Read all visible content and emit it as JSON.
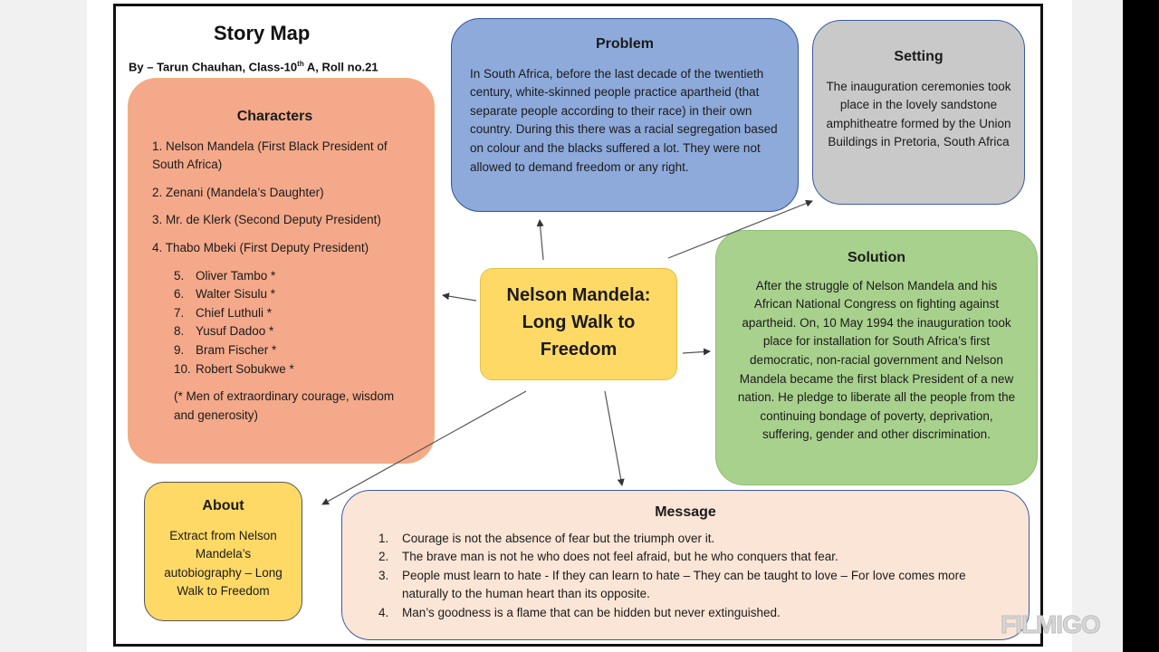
{
  "title": "Story Map",
  "author": {
    "prefix": "By – Tarun Chauhan, Class-10",
    "sup": "th",
    "suffix": " A, Roll no.21"
  },
  "center": {
    "line1": "Nelson Mandela:",
    "line2": "Long Walk to",
    "line3": "Freedom"
  },
  "characters": {
    "heading": "Characters",
    "main": [
      "1. Nelson Mandela (First Black President of South Africa)",
      "2. Zenani (Mandela’s Daughter)",
      "3. Mr. de Klerk (Second Deputy President)",
      "4. Thabo Mbeki (First Deputy President)"
    ],
    "sub": [
      {
        "n": "5.",
        "t": "Oliver Tambo *"
      },
      {
        "n": "6.",
        "t": "Walter Sisulu *"
      },
      {
        "n": "7.",
        "t": "Chief Luthuli *"
      },
      {
        "n": "8.",
        "t": "Yusuf Dadoo *"
      },
      {
        "n": "9.",
        "t": "Bram Fischer *"
      },
      {
        "n": "10.",
        "t": "Robert Sobukwe *"
      }
    ],
    "note": "(* Men of extraordinary courage, wisdom and generosity)"
  },
  "problem": {
    "heading": "Problem",
    "text": "In South Africa, before the last decade of the twentieth century, white-skinned people practice apartheid (that separate people according to their race) in their own country. During this there was a racial segregation based on colour and the blacks suffered a lot. They were not allowed to demand freedom or any right."
  },
  "setting": {
    "heading": "Setting",
    "text": "The inauguration ceremonies took place in the lovely sandstone amphitheatre formed by the Union Buildings in Pretoria, South Africa"
  },
  "solution": {
    "heading": "Solution",
    "text": "After the struggle of Nelson Mandela and his African National Congress on fighting against apartheid. On, 10 May 1994 the inauguration took place for installation for South Africa’s first democratic, non-racial government and Nelson Mandela became the first black President of a new nation. He pledge to liberate all the people from the continuing bondage of poverty, deprivation, suffering, gender and other discrimination."
  },
  "about": {
    "heading": "About",
    "text": "Extract from Nelson Mandela’s autobiography – Long Walk to Freedom"
  },
  "message": {
    "heading": "Message",
    "items": [
      {
        "n": "1.",
        "t": "Courage is not the absence of fear but the triumph over it."
      },
      {
        "n": "2.",
        "t": "The brave man is not he who does not feel afraid, but he who conquers that fear."
      },
      {
        "n": "3.",
        "t": "People must learn to hate - If they can learn to hate – They can be taught to love – For love comes more naturally to the human heart than its opposite."
      },
      {
        "n": "4.",
        "t": "Man’s goodness is a flame that can be hidden but never extinguished."
      }
    ]
  },
  "watermark": "FILMIGO",
  "colors": {
    "characters": "#f4a98a",
    "problem": "#8eaadb",
    "setting": "#c9c9c9",
    "center": "#ffd966",
    "solution": "#a9d18e",
    "about": "#ffd966",
    "message": "#fbe5d6"
  }
}
